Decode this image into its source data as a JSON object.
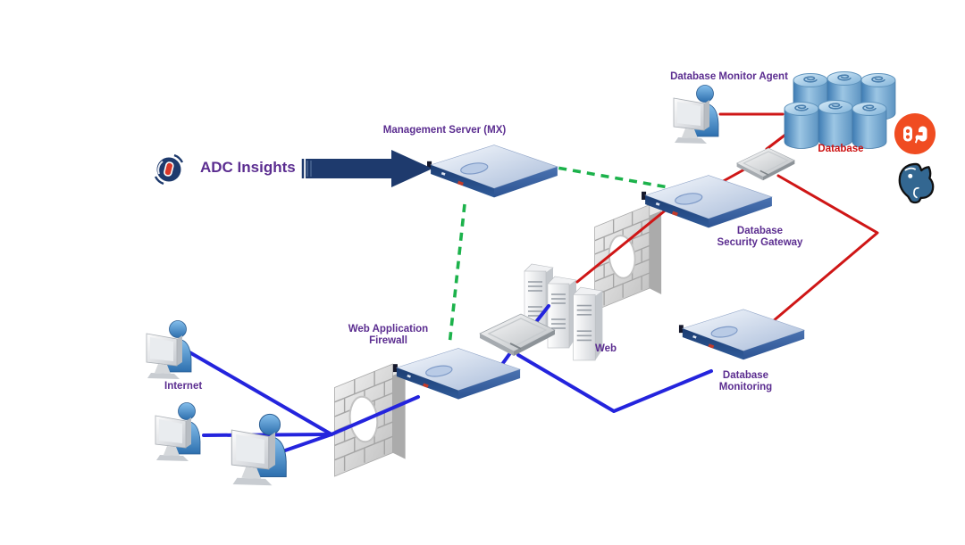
{
  "badge": {
    "label": "ADC Insights"
  },
  "nodes": {
    "management_server": {
      "label": "Management Server (MX)",
      "type": "appliance"
    },
    "database_monitor_agent": {
      "label": "Database Monitor Agent",
      "type": "workstation"
    },
    "database": {
      "label": "Database",
      "type": "database-cluster",
      "cylinder_count": 6
    },
    "database_security_gateway": {
      "label_line1": "Database",
      "label_line2": "Security Gateway",
      "type": "appliance"
    },
    "web": {
      "label": "Web",
      "type": "server-towers"
    },
    "database_monitoring": {
      "label_line1": "Database",
      "label_line2": "Monitoring",
      "type": "appliance"
    },
    "web_application_firewall": {
      "label_line1": "Web Application",
      "label_line2": "Firewall",
      "type": "appliance"
    },
    "internet": {
      "label": "Internet",
      "type": "workstation-group",
      "user_count": 3
    },
    "firewall_internet": {
      "type": "firewall-wall"
    },
    "firewall_internal": {
      "type": "firewall-wall"
    },
    "switch_web": {
      "type": "switch"
    },
    "switch_db": {
      "type": "switch"
    }
  },
  "connections": [
    {
      "from": "adc_insights_badge",
      "to": "management_server",
      "style": "block-arrow",
      "color": "navy"
    },
    {
      "from": "management_server",
      "to": "database_security_gateway",
      "style": "dashed",
      "color": "green"
    },
    {
      "from": "management_server",
      "to": "web_application_firewall",
      "style": "dashed",
      "color": "green"
    },
    {
      "from": "internet_user_1",
      "to": "firewall_internet",
      "style": "solid",
      "color": "blue"
    },
    {
      "from": "internet_user_2",
      "to": "firewall_internet",
      "style": "solid",
      "color": "blue"
    },
    {
      "from": "internet_user_3",
      "to": "firewall_internet",
      "style": "solid",
      "color": "blue"
    },
    {
      "from": "firewall_internet",
      "to": "web_application_firewall",
      "style": "solid",
      "color": "blue"
    },
    {
      "from": "web_application_firewall",
      "to": "switch_web",
      "style": "solid",
      "color": "blue"
    },
    {
      "from": "switch_web",
      "to": "web",
      "style": "solid",
      "color": "blue"
    },
    {
      "from": "switch_web",
      "to": "database_monitoring",
      "style": "solid",
      "color": "blue"
    },
    {
      "from": "web",
      "to": "database_security_gateway",
      "via": "firewall_internal",
      "style": "solid",
      "color": "red"
    },
    {
      "from": "database_security_gateway",
      "to": "switch_db",
      "style": "solid",
      "color": "red"
    },
    {
      "from": "switch_db",
      "to": "database",
      "style": "solid",
      "color": "red"
    },
    {
      "from": "switch_db",
      "to": "database_monitoring",
      "style": "solid",
      "color": "red"
    },
    {
      "from": "database_monitor_agent",
      "to": "database",
      "style": "solid",
      "color": "red"
    }
  ],
  "logos": {
    "edb": {
      "name": "EDB"
    },
    "postgresql": {
      "name": "PostgreSQL"
    }
  },
  "colors": {
    "label_purple": "#5b2d90",
    "label_red": "#cc1111",
    "line_blue": "#2424dd",
    "line_red": "#cf1616",
    "line_green": "#1cb24b",
    "arrow_navy": "#1e3a6d",
    "edb_orange": "#f04c21",
    "postgres_blue": "#336791"
  }
}
